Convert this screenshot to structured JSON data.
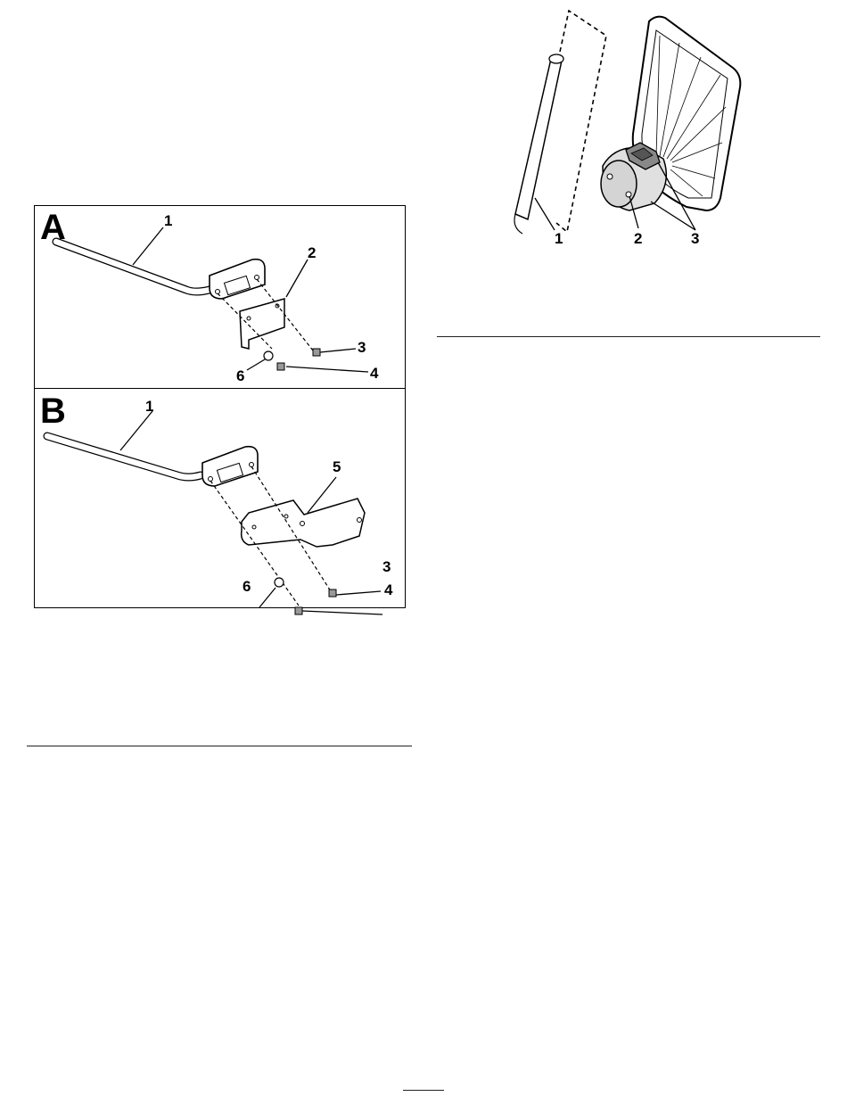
{
  "figure_left": {
    "panels": [
      {
        "letter": "A",
        "callouts": [
          "1",
          "2",
          "3",
          "6",
          "4"
        ]
      },
      {
        "letter": "B",
        "callouts": [
          "1",
          "5",
          "3",
          "6",
          "4"
        ]
      }
    ]
  },
  "figure_right": {
    "callouts": [
      "1",
      "2",
      "3"
    ]
  }
}
